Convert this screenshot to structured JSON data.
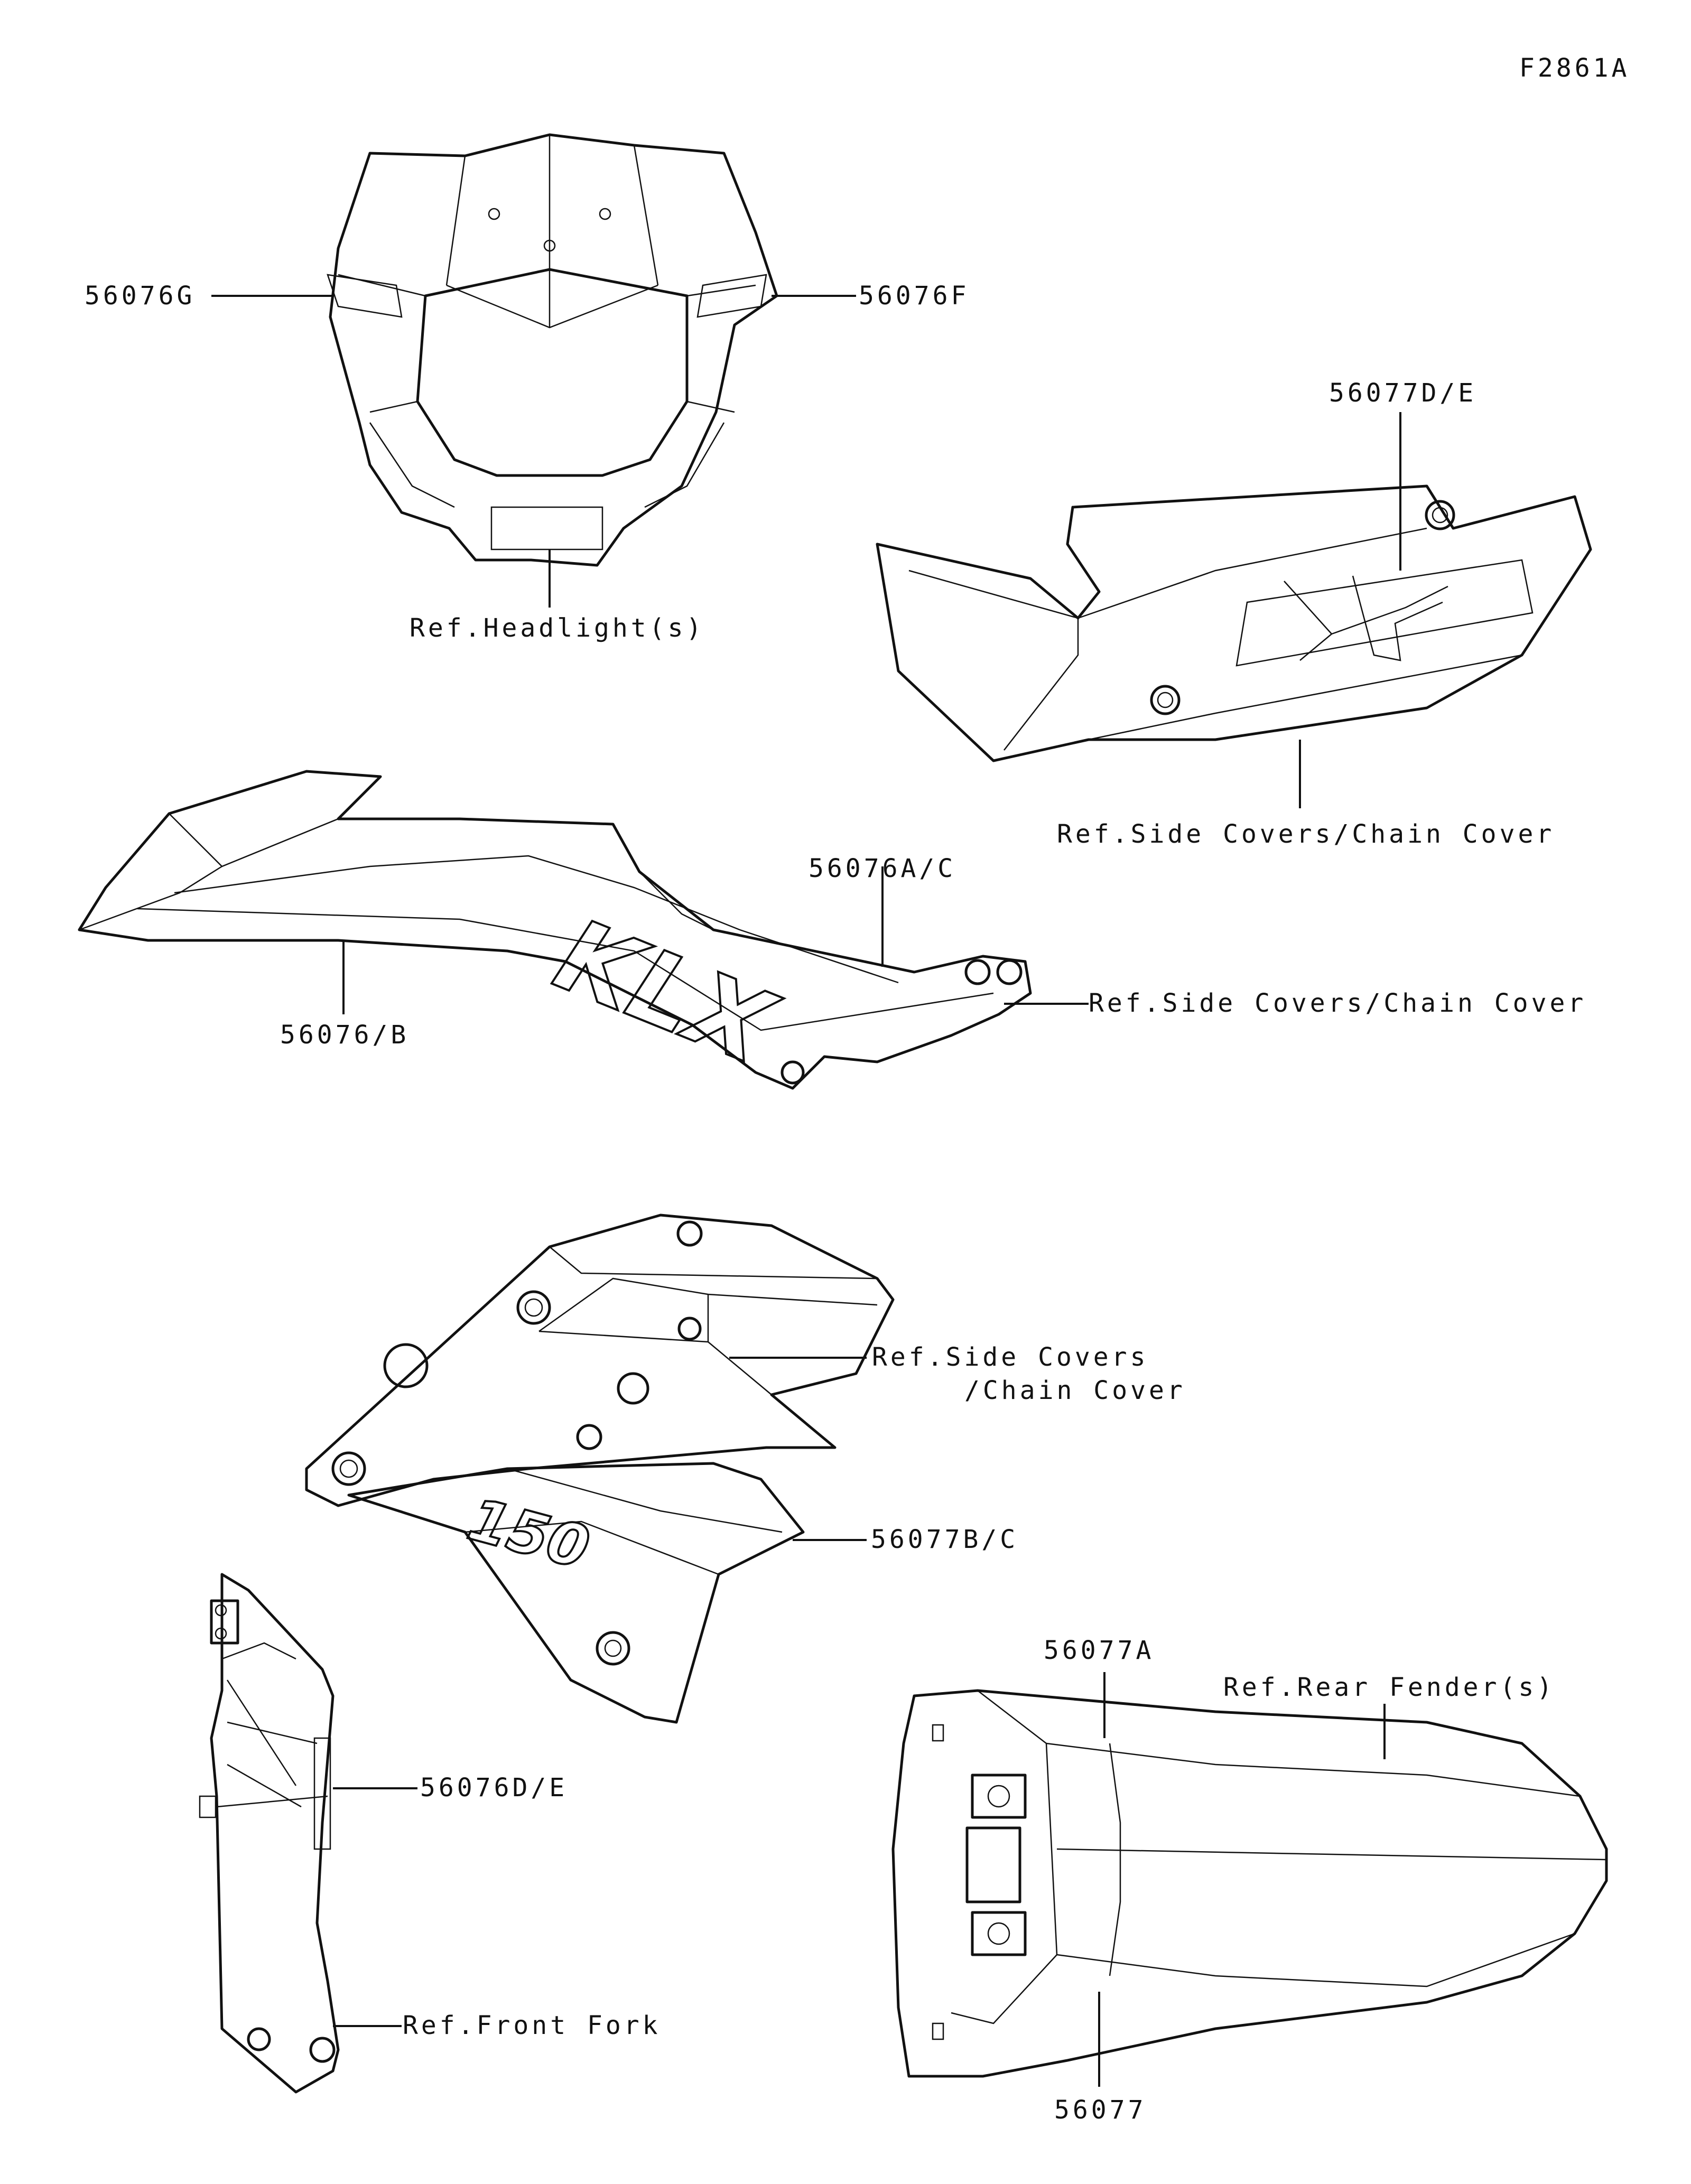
{
  "figure_id": "F2861A",
  "labels": {
    "headlight_left_decal": "56076G",
    "headlight_right_decal": "56076F",
    "headlight_ref": "Ref.Headlight(s)",
    "side_cover_decal_upper": "56077D/E",
    "side_cover_ref_upper": "Ref.Side Covers/Chain Cover",
    "shroud_decal_a": "56076A/C",
    "shroud_decal_b": "56076/B",
    "shroud_ref": "Ref.Side Covers/Chain Cover",
    "side_cover_ref_mid_line1": "Ref.Side Covers",
    "side_cover_ref_mid_line2": "/Chain Cover",
    "side_cover_decal_mid": "56077B/C",
    "fork_guard_decal": "56076D/E",
    "fork_ref": "Ref.Front Fork",
    "rear_fender_decal_a": "56077A",
    "rear_fender_ref": "Ref.Rear Fender(s)",
    "rear_fender_decal_b": "56077"
  },
  "logo_text": {
    "shroud": "KLX",
    "side_cover_mid": "150"
  }
}
